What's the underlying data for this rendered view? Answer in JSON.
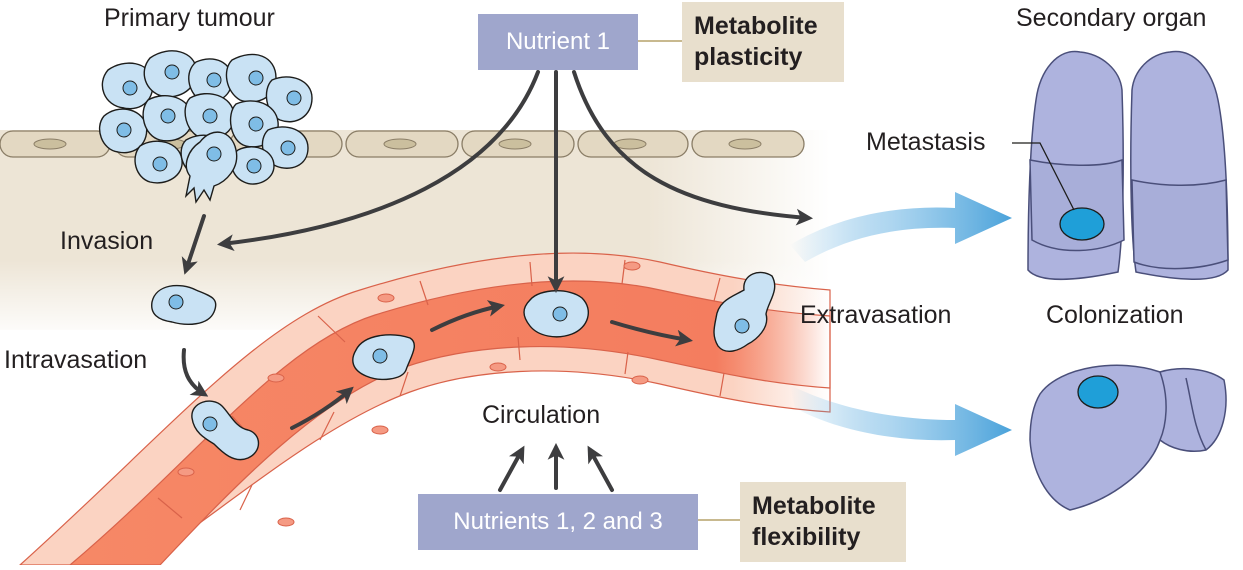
{
  "labels": {
    "primary_tumour": "Primary tumour",
    "secondary_organ": "Secondary organ",
    "invasion": "Invasion",
    "intravasation": "Intravasation",
    "circulation": "Circulation",
    "extravasation": "Extravasation",
    "colonization": "Colonization",
    "metastasis": "Metastasis"
  },
  "boxes": {
    "nutrient_1": "Nutrient 1",
    "nutrients_all": "Nutrients 1, 2 and 3",
    "metabolite_plasticity_line1": "Metabolite",
    "metabolite_plasticity_line2": "plasticity",
    "metabolite_flexibility_line1": "Metabolite",
    "metabolite_flexibility_line2": "flexibility"
  },
  "colors": {
    "nutrient_box": "#9fa6cc",
    "metabolite_box": "#e8dfcd",
    "vessel": "#f68866",
    "vessel_wall": "#fbd0bf",
    "tissue": "#ede5d6",
    "cell_fill": "#c9e2f4",
    "cell_stroke": "#1d1d1b",
    "nucleus": "#7fbde6",
    "organ_fill": "#aeb3de",
    "metastasis": "#1f9fd8",
    "arrow_dark": "#3d3d3f",
    "arrow_blue": "#5aa9dc"
  }
}
